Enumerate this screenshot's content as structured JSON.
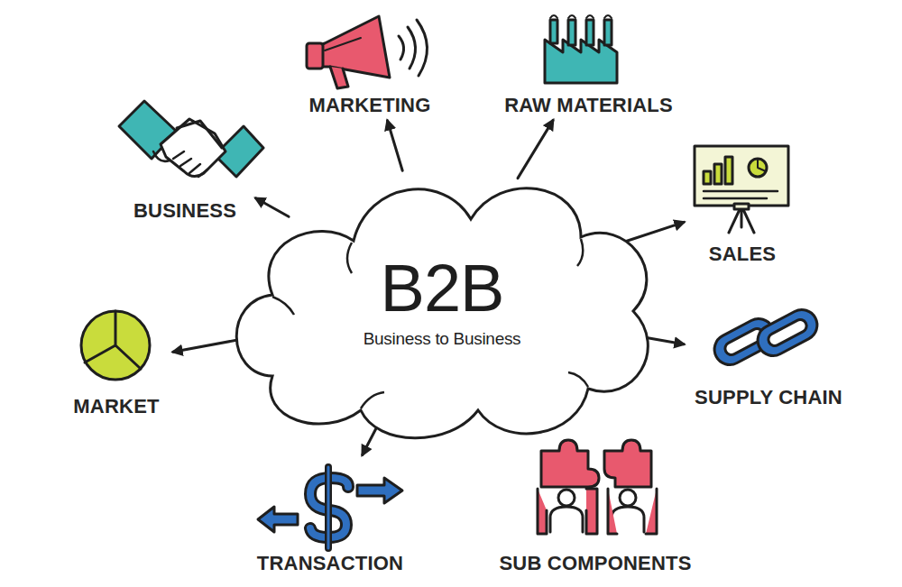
{
  "diagram": {
    "nodes": [
      {
        "text": [
          "B2B",
          "Business to Business"
        ]
      },
      {
        "text": [
          "BUSINESS"
        ]
      },
      {
        "text": [
          "MARKETING"
        ]
      },
      {
        "text": [
          "RAW MATERIALS"
        ]
      },
      {
        "text": [
          "SALES"
        ]
      },
      {
        "text": [
          "SUPPLY CHAIN"
        ]
      },
      {
        "text": [
          "SUB COMPONENTS"
        ]
      },
      {
        "text": [
          "TRANSACTION"
        ]
      },
      {
        "text": [
          "MARKET"
        ]
      }
    ],
    "edges": [
      {
        "from": 0,
        "to": 1,
        "arrow": "to"
      },
      {
        "from": 0,
        "to": 2,
        "arrow": "to"
      },
      {
        "from": 0,
        "to": 3,
        "arrow": "to"
      },
      {
        "from": 0,
        "to": 4,
        "arrow": "to"
      },
      {
        "from": 0,
        "to": 5,
        "arrow": "to"
      },
      {
        "from": 0,
        "to": 6,
        "arrow": "to"
      },
      {
        "from": 0,
        "to": 7,
        "arrow": "to"
      },
      {
        "from": 0,
        "to": 8,
        "arrow": "to"
      }
    ]
  }
}
